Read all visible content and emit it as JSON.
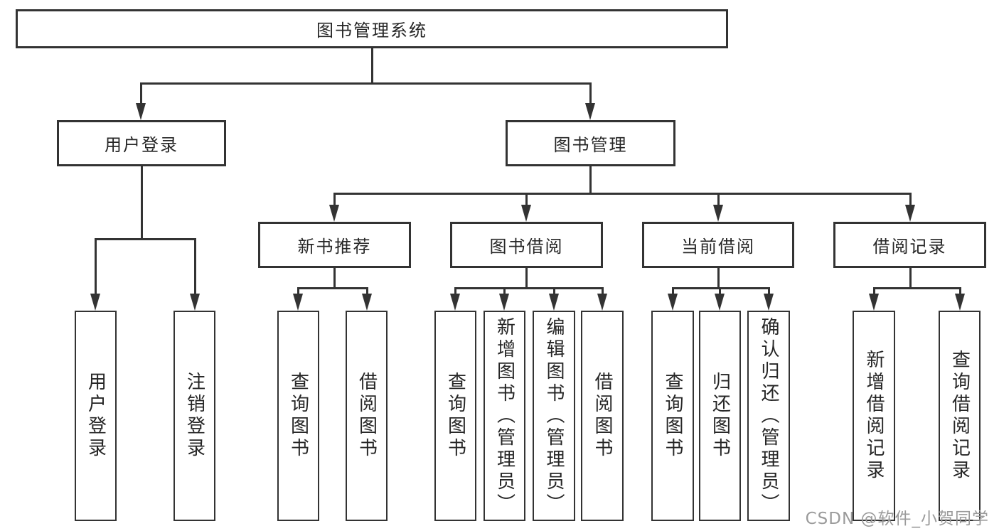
{
  "tree": {
    "root": {
      "label": "图书管理系统",
      "children": [
        {
          "label": "用户登录",
          "children": [
            {
              "label": "用户登录"
            },
            {
              "label": "注销登录"
            }
          ]
        },
        {
          "label": "图书管理",
          "children": [
            {
              "label": "新书推荐",
              "children": [
                {
                  "label": "查询图书"
                },
                {
                  "label": "借阅图书"
                }
              ]
            },
            {
              "label": "图书借阅",
              "children": [
                {
                  "label": "查询图书"
                },
                {
                  "label": "新增图书（管理员）"
                },
                {
                  "label": "编辑图书（管理员）"
                },
                {
                  "label": "借阅图书"
                }
              ]
            },
            {
              "label": "当前借阅",
              "children": [
                {
                  "label": "查询图书"
                },
                {
                  "label": "归还图书"
                },
                {
                  "label": "确认归还（管理员）"
                }
              ]
            },
            {
              "label": "借阅记录",
              "children": [
                {
                  "label": "新增借阅记录"
                },
                {
                  "label": "查询借阅记录"
                }
              ]
            }
          ]
        }
      ]
    }
  },
  "watermark": {
    "text": "CSDN @软件_小贺同学"
  },
  "colors": {
    "line": "#333333",
    "text": "#262626",
    "background": "#ffffff",
    "watermark": "#9b9b9b"
  }
}
